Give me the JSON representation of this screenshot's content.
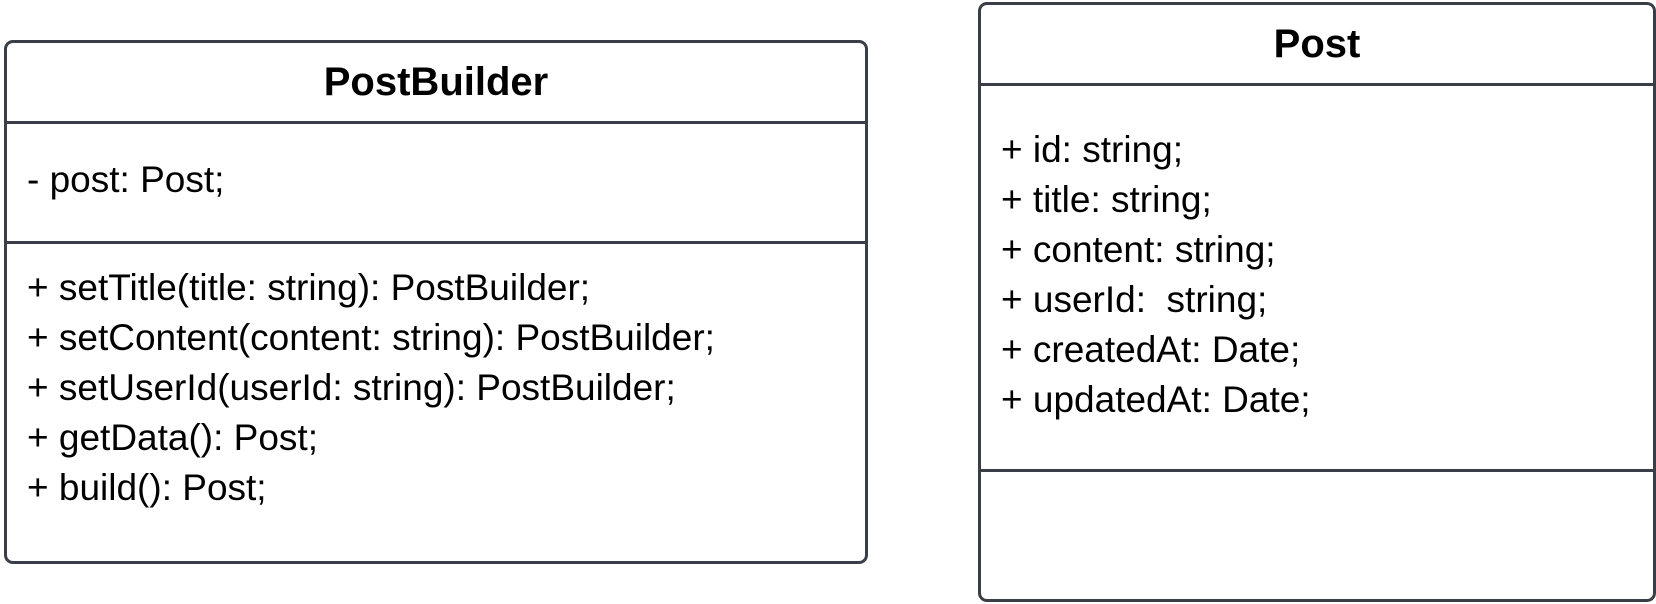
{
  "classes": {
    "post_builder": {
      "name": "PostBuilder",
      "attributes": [
        "- post: Post;"
      ],
      "operations": [
        "+ setTitle(title: string): PostBuilder;",
        "+ setContent(content: string): PostBuilder;",
        "+ setUserId(userId: string): PostBuilder;",
        "+ getData(): Post;",
        "+ build(): Post;"
      ]
    },
    "post": {
      "name": "Post",
      "attributes": [
        "+ id: string;",
        "+ title: string;",
        "+ content: string;",
        "+ userId:  string;",
        "+ createdAt: Date;",
        "+ updatedAt: Date;"
      ],
      "operations": []
    }
  },
  "colors": {
    "border": "#3a3f47",
    "background": "#ffffff",
    "text": "#000000"
  }
}
